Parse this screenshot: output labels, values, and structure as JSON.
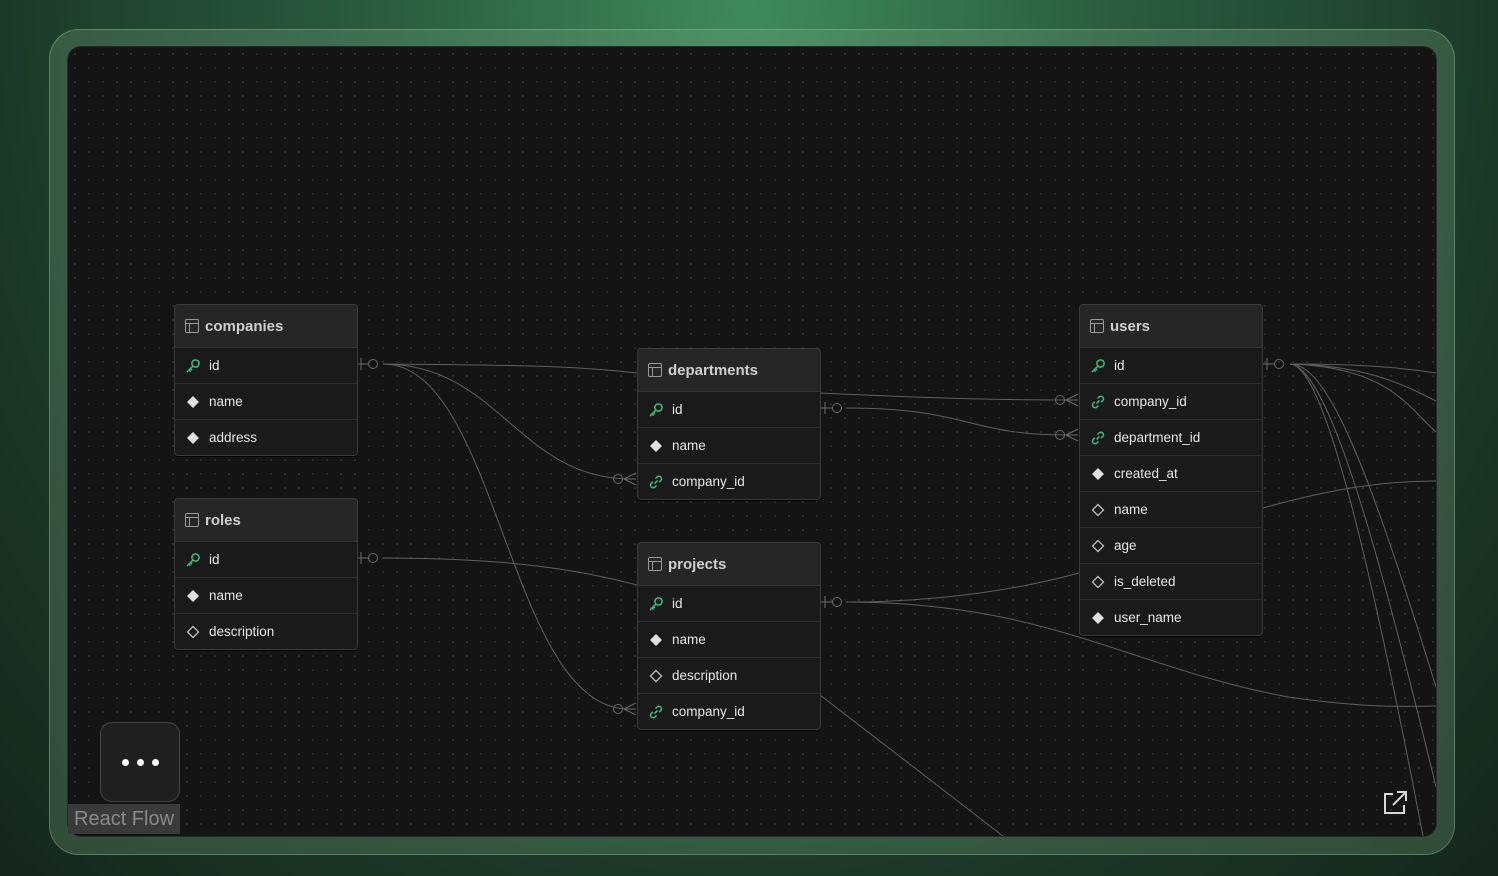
{
  "attribution": "React Flow",
  "colors": {
    "key": "#39c07a",
    "fk": "#39c07a",
    "text": "#e6e6e6",
    "edge": "#5f5f5f"
  },
  "icons": {
    "table": "table-icon",
    "primary_key": "key-icon",
    "foreign_key": "link-icon",
    "not_null": "filled-diamond-icon",
    "nullable": "outline-diamond-icon",
    "more": "ellipsis-icon",
    "open": "external-link-icon"
  },
  "tables": {
    "companies": {
      "name": "companies",
      "fields": [
        {
          "name": "id",
          "kind": "pk"
        },
        {
          "name": "name",
          "kind": "notnull"
        },
        {
          "name": "address",
          "kind": "notnull"
        }
      ]
    },
    "roles": {
      "name": "roles",
      "fields": [
        {
          "name": "id",
          "kind": "pk"
        },
        {
          "name": "name",
          "kind": "notnull"
        },
        {
          "name": "description",
          "kind": "nullable"
        }
      ]
    },
    "departments": {
      "name": "departments",
      "fields": [
        {
          "name": "id",
          "kind": "pk"
        },
        {
          "name": "name",
          "kind": "notnull"
        },
        {
          "name": "company_id",
          "kind": "fk"
        }
      ]
    },
    "projects": {
      "name": "projects",
      "fields": [
        {
          "name": "id",
          "kind": "pk"
        },
        {
          "name": "name",
          "kind": "notnull"
        },
        {
          "name": "description",
          "kind": "nullable"
        },
        {
          "name": "company_id",
          "kind": "fk"
        }
      ]
    },
    "users": {
      "name": "users",
      "fields": [
        {
          "name": "id",
          "kind": "pk"
        },
        {
          "name": "company_id",
          "kind": "fk"
        },
        {
          "name": "department_id",
          "kind": "fk"
        },
        {
          "name": "created_at",
          "kind": "notnull"
        },
        {
          "name": "name",
          "kind": "nullable"
        },
        {
          "name": "age",
          "kind": "nullable"
        },
        {
          "name": "is_deleted",
          "kind": "nullable"
        },
        {
          "name": "user_name",
          "kind": "notnull"
        }
      ]
    }
  }
}
